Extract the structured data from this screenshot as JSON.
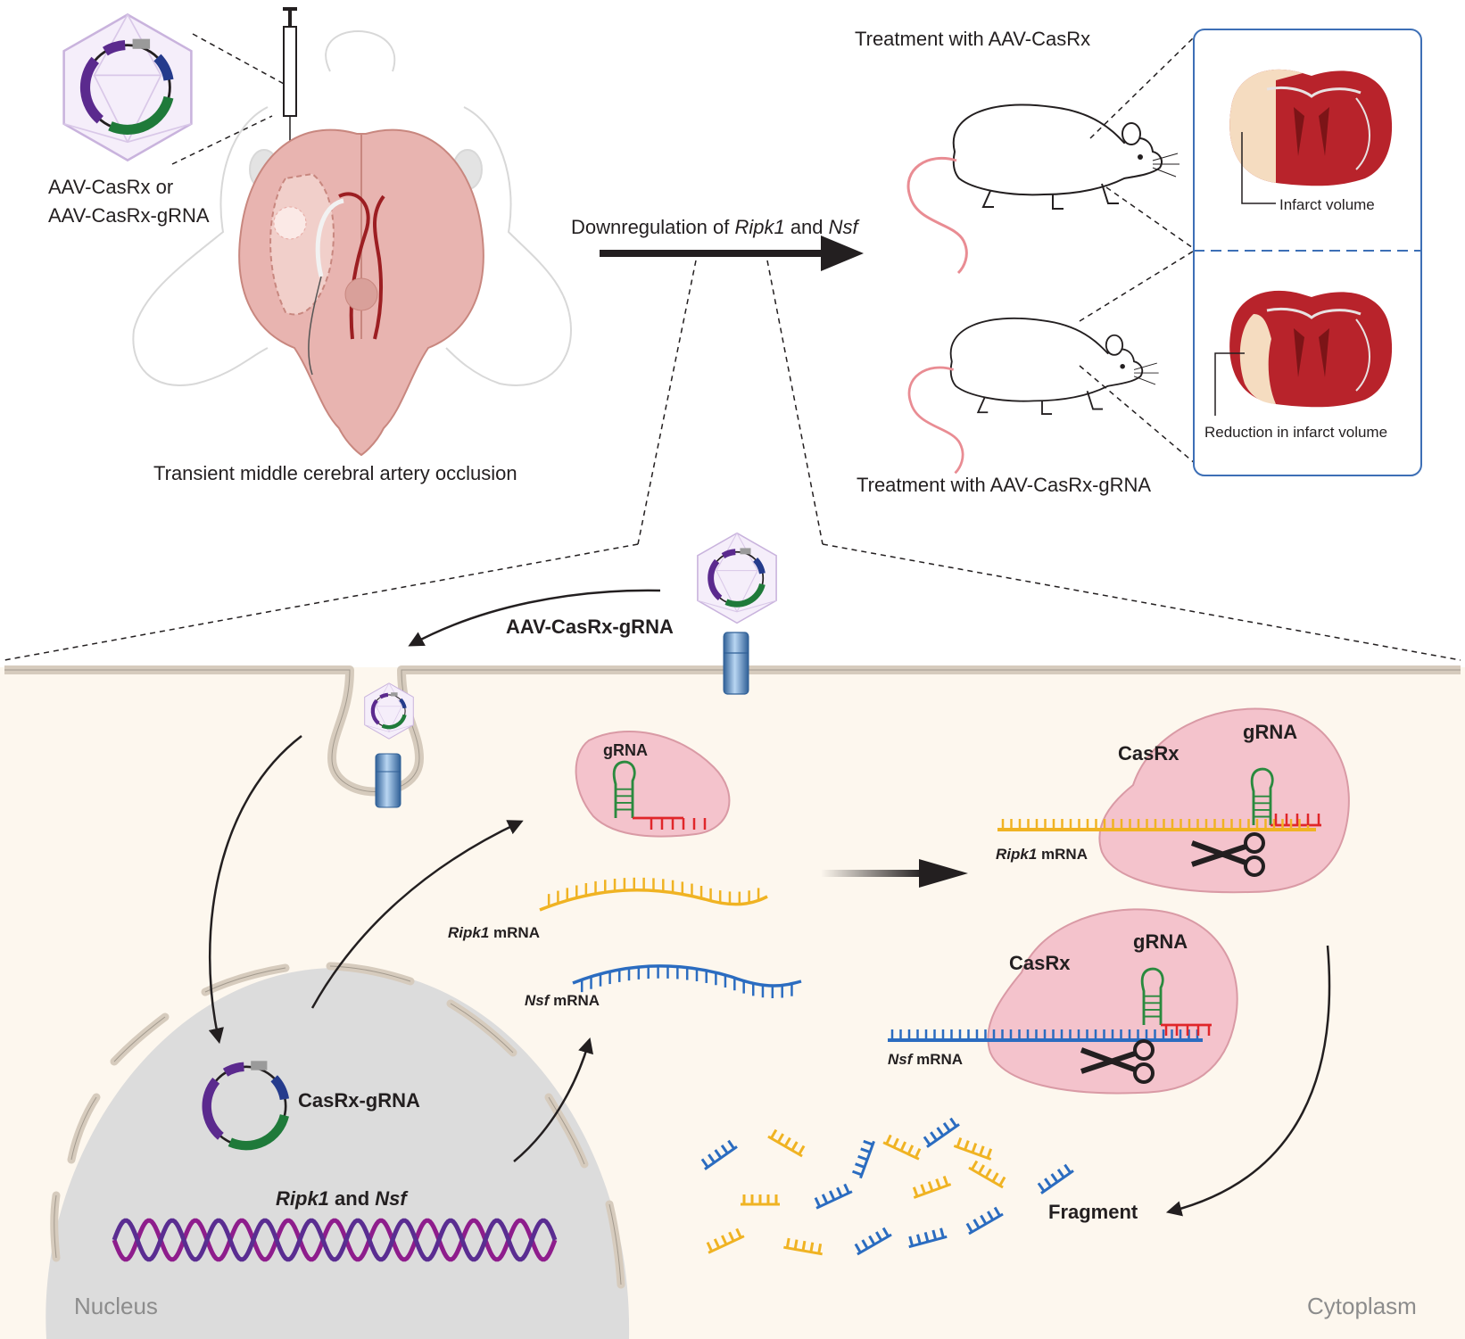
{
  "labels": {
    "aav_vectors_line1": "AAV-CasRx or",
    "aav_vectors_line2": "AAV-CasRx-gRNA",
    "tmcao": "Transient middle cerebral artery occlusion",
    "downreg_prefix": "Downregulation of ",
    "downreg_gene1": "Ripk1",
    "downreg_and": " and ",
    "downreg_gene2": "Nsf",
    "treat_casrx": "Treatment with AAV-CasRx",
    "treat_casrx_grna": "Treatment with AAV-CasRx-gRNA",
    "infarct_volume": "Infarct volume",
    "reduction_infarct": "Reduction in infarct volume",
    "aav_casrx_grna": "AAV-CasRx-gRNA",
    "grna_small": "gRNA",
    "casrx": "CasRx",
    "grna": "gRNA",
    "ripk1": "Ripk1",
    "nsf": "Nsf",
    "mrna": " mRNA",
    "casrx_grna_plasmid": "CasRx-gRNA",
    "genes_gene1": "Ripk1",
    "genes_and": " and ",
    "genes_gene2": "Nsf",
    "fragment": "Fragment",
    "nucleus": "Nucleus",
    "cytoplasm": "Cytoplasm"
  },
  "colors": {
    "ripk1_mrna": "#f0b323",
    "nsf_mrna": "#2b6cc0",
    "grna_stem": "#2a8a3e",
    "grna_spacer": "#e0262a",
    "protein": "#f4c3cc",
    "brain_infarct": "#f5dcc0",
    "brain_tissue": "#b8232b",
    "membrane": "#d6cbbd",
    "cytoplasm_bg": "#fdf7ee",
    "nucleus_bg": "#dcdcdc",
    "dna_strand1": "#8e1d8c",
    "dna_strand2": "#5a2d91",
    "box_border": "#3d6fb6"
  }
}
